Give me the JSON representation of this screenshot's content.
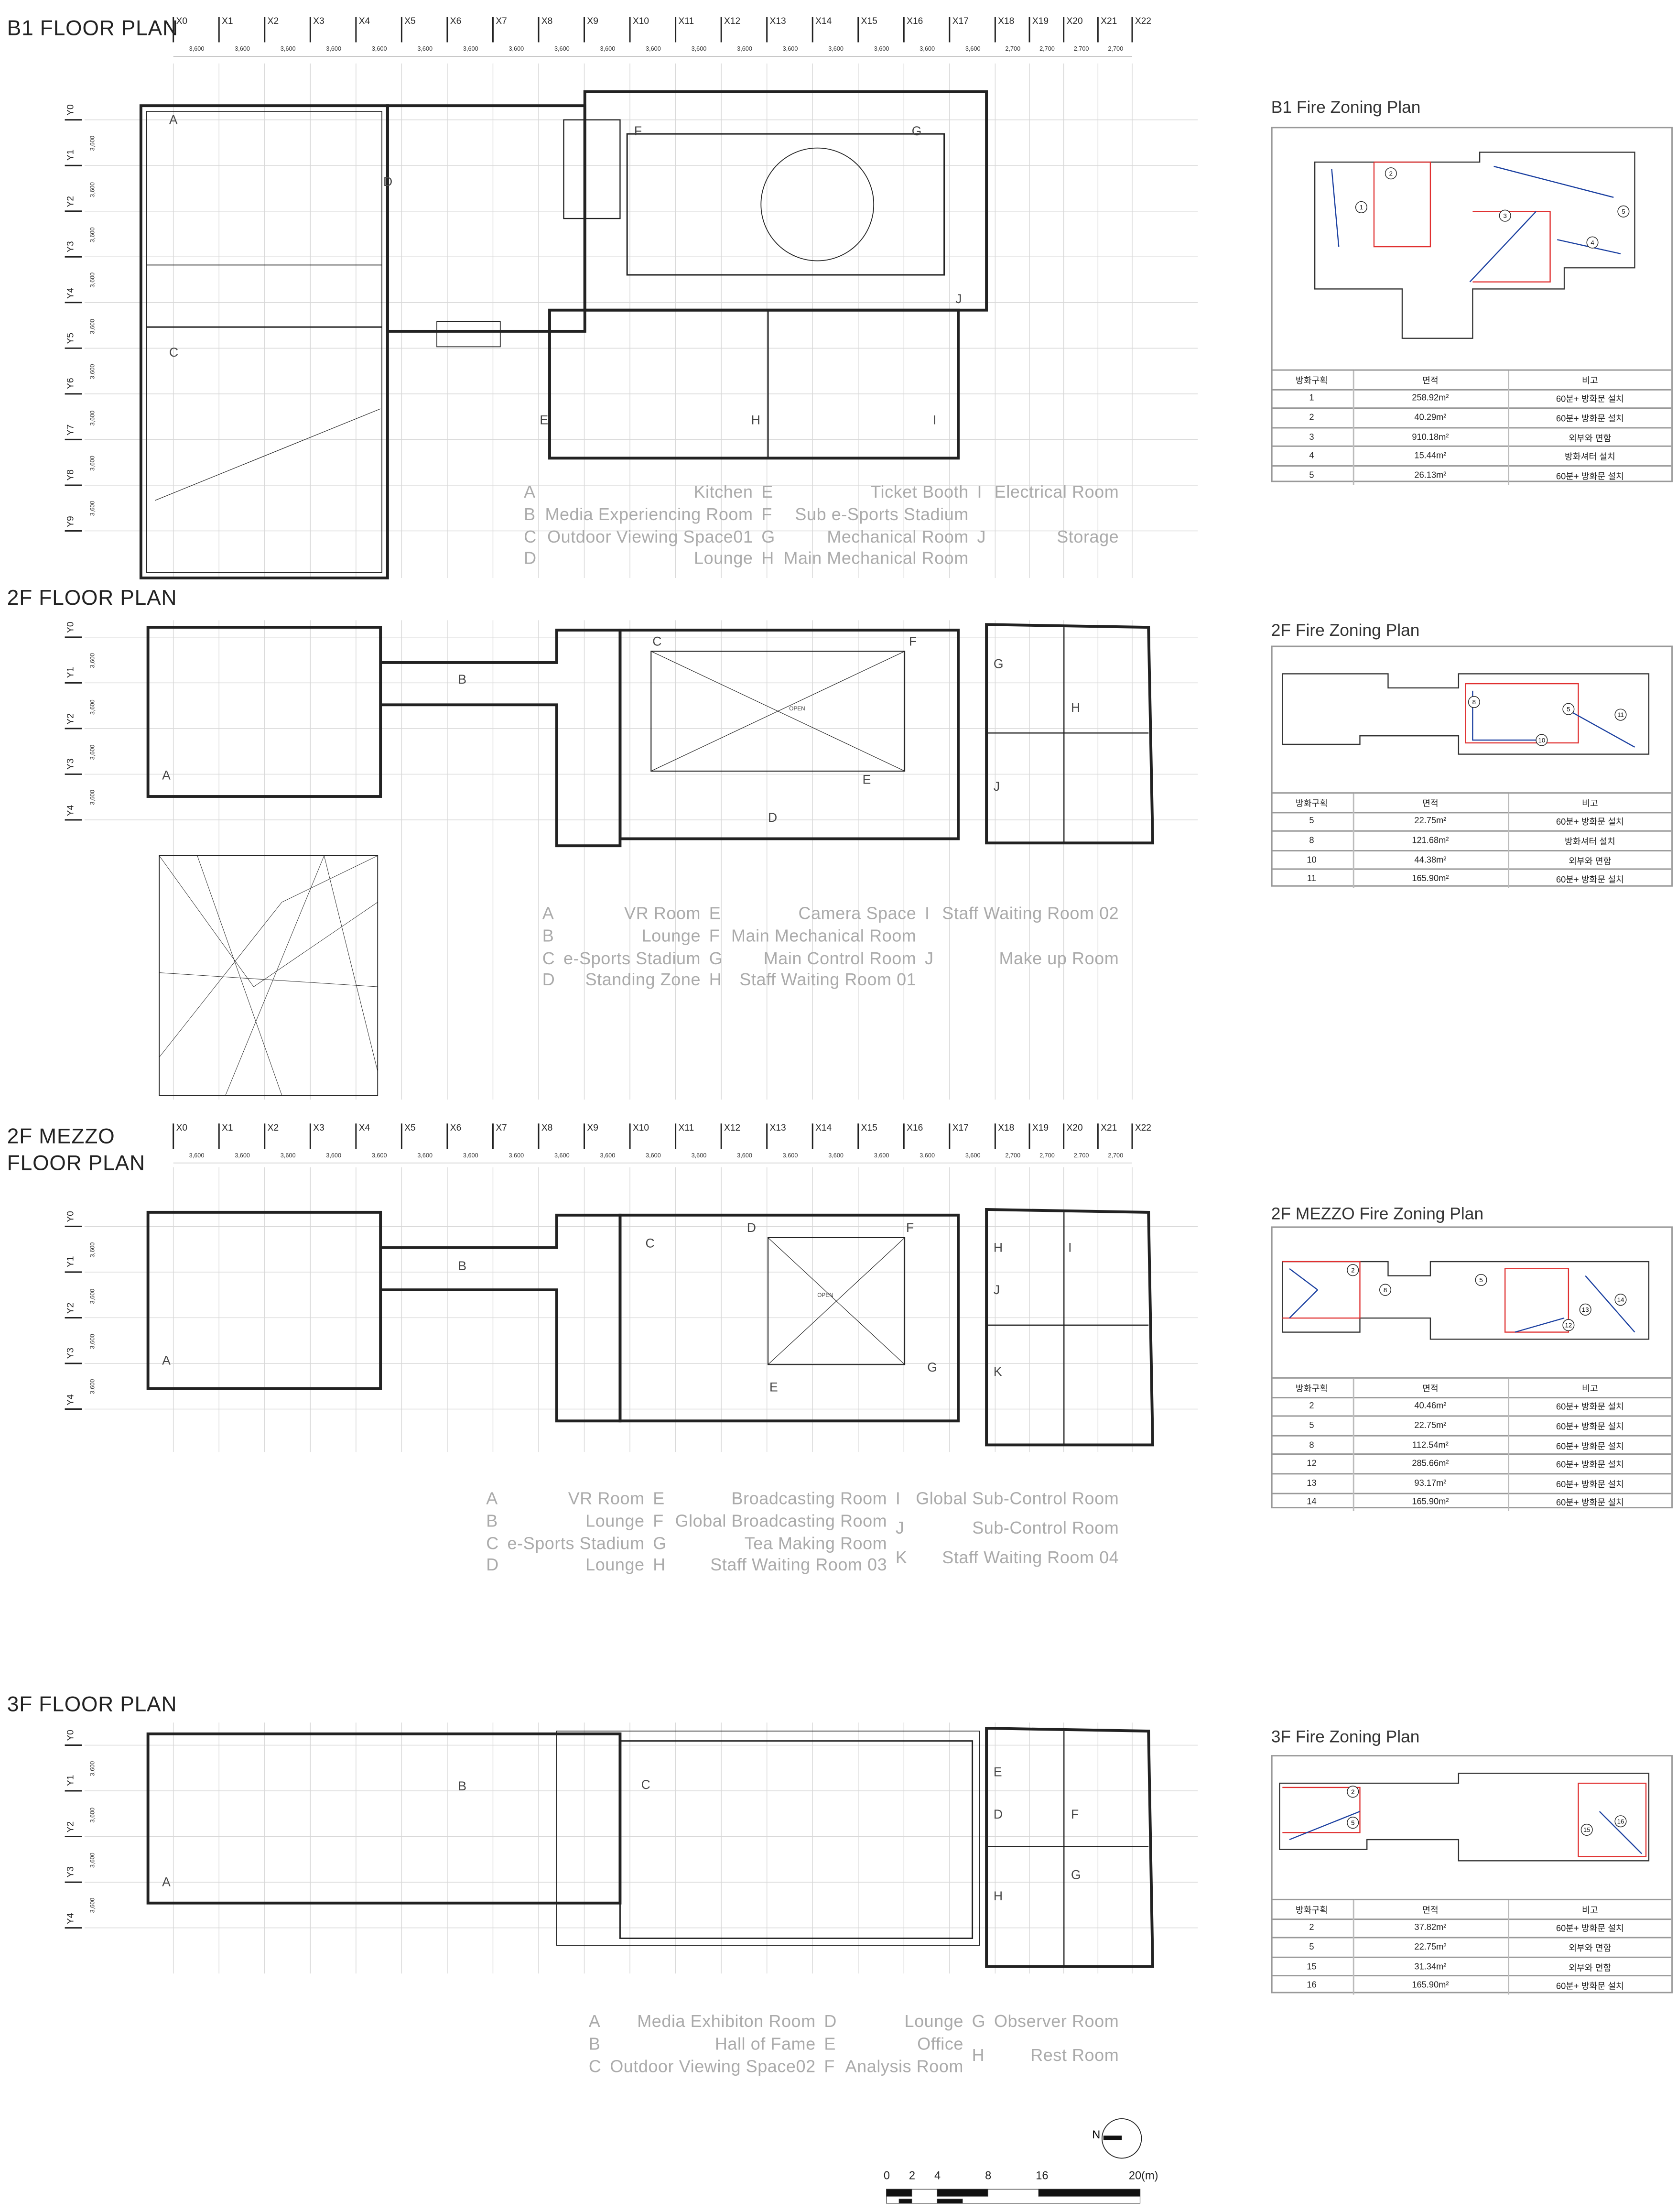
{
  "plans": [
    {
      "title": "B1  FLOOR PLAN",
      "x_axis": {
        "labels": [
          "X0",
          "X1",
          "X2",
          "X3",
          "X4",
          "X5",
          "X6",
          "X7",
          "X8",
          "X9",
          "X10",
          "X11",
          "X12",
          "X13",
          "X14",
          "X15",
          "X16",
          "X17",
          "X18",
          "X19",
          "X20",
          "X21",
          "X22"
        ],
        "dims": [
          "3,600",
          "3,600",
          "3,600",
          "3,600",
          "3,600",
          "3,600",
          "3,600",
          "3,600",
          "3,600",
          "3,600",
          "3,600",
          "3,600",
          "3,600",
          "3,600",
          "3,600",
          "3,600",
          "3,600",
          "3,600",
          "2,700",
          "2,700",
          "2,700",
          "2,700"
        ]
      },
      "y_axis": {
        "labels": [
          "Y0",
          "Y1",
          "Y2",
          "Y3",
          "Y4",
          "Y5",
          "Y6",
          "Y7",
          "Y8",
          "Y9"
        ],
        "dims": [
          "3,600",
          "3,600",
          "3,600",
          "3,600",
          "3,600",
          "3,600",
          "3,600",
          "3,600",
          "3,600"
        ]
      },
      "legend": [
        [
          {
            "key": "A",
            "label": "Kitchen"
          },
          {
            "key": "B",
            "label": "Media Experiencing Room"
          },
          {
            "key": "C",
            "label": "Outdoor Viewing Space01"
          },
          {
            "key": "D",
            "label": "Lounge"
          }
        ],
        [
          {
            "key": "E",
            "label": "Ticket Booth"
          },
          {
            "key": "F",
            "label": "Sub e-Sports Stadium"
          },
          {
            "key": "G",
            "label": "Mechanical Room"
          },
          {
            "key": "H",
            "label": "Main Mechanical Room"
          }
        ],
        [
          {
            "key": "I",
            "label": "Electrical Room"
          },
          {
            "key": "J",
            "label": "Storage"
          }
        ]
      ]
    },
    {
      "title": "2F FLOOR PLAN",
      "y_axis": {
        "labels": [
          "Y0",
          "Y1",
          "Y2",
          "Y3",
          "Y4"
        ],
        "dims": [
          "3,600",
          "3,600",
          "3,600",
          "3,600"
        ]
      },
      "legend": [
        [
          {
            "key": "A",
            "label": "VR Room"
          },
          {
            "key": "B",
            "label": "Lounge"
          },
          {
            "key": "C",
            "label": "e-Sports Stadium"
          },
          {
            "key": "D",
            "label": "Standing Zone"
          }
        ],
        [
          {
            "key": "E",
            "label": "Camera Space"
          },
          {
            "key": "F",
            "label": "Main Mechanical Room"
          },
          {
            "key": "G",
            "label": "Main Control Room"
          },
          {
            "key": "H",
            "label": "Staff Waiting Room 01"
          }
        ],
        [
          {
            "key": "I",
            "label": "Staff Waiting Room 02"
          },
          {
            "key": "J",
            "label": "Make up Room"
          }
        ]
      ],
      "notes": {
        "open": "OPEN"
      }
    },
    {
      "title": "2F  MEZZO\nFLOOR PLAN",
      "title_lines": [
        "2F  MEZZO",
        "FLOOR PLAN"
      ],
      "x_axis": {
        "labels": [
          "X0",
          "X1",
          "X2",
          "X3",
          "X4",
          "X5",
          "X6",
          "X7",
          "X8",
          "X9",
          "X10",
          "X11",
          "X12",
          "X13",
          "X14",
          "X15",
          "X16",
          "X17",
          "X18",
          "X19",
          "X20",
          "X21",
          "X22"
        ],
        "dims": [
          "3,600",
          "3,600",
          "3,600",
          "3,600",
          "3,600",
          "3,600",
          "3,600",
          "3,600",
          "3,600",
          "3,600",
          "3,600",
          "3,600",
          "3,600",
          "3,600",
          "3,600",
          "3,600",
          "3,600",
          "3,600",
          "2,700",
          "2,700",
          "2,700",
          "2,700"
        ]
      },
      "y_axis": {
        "labels": [
          "Y0",
          "Y1",
          "Y2",
          "Y3",
          "Y4"
        ],
        "dims": [
          "3,600",
          "3,600",
          "3,600",
          "3,600"
        ]
      },
      "legend": [
        [
          {
            "key": "A",
            "label": "VR Room"
          },
          {
            "key": "B",
            "label": "Lounge"
          },
          {
            "key": "C",
            "label": "e-Sports Stadium"
          },
          {
            "key": "D",
            "label": "Lounge"
          }
        ],
        [
          {
            "key": "E",
            "label": "Broadcasting Room"
          },
          {
            "key": "F",
            "label": "Global Broadcasting Room"
          },
          {
            "key": "G",
            "label": "Tea Making Room"
          },
          {
            "key": "H",
            "label": "Staff Waiting Room 03"
          }
        ],
        [
          {
            "key": "I",
            "label": "Global Sub-Control Room"
          },
          {
            "key": "J",
            "label": "Sub-Control Room"
          },
          {
            "key": "K",
            "label": "Staff Waiting Room 04"
          }
        ]
      ],
      "notes": {
        "open": "OPEN"
      }
    },
    {
      "title": "3F FLOOR PLAN",
      "y_axis": {
        "labels": [
          "Y0",
          "Y1",
          "Y2",
          "Y3",
          "Y4"
        ],
        "dims": [
          "3,600",
          "3,600",
          "3,600",
          "3,600"
        ]
      },
      "legend": [
        [
          {
            "key": "A",
            "label": "Media Exhibiton Room"
          },
          {
            "key": "B",
            "label": "Hall of Fame"
          },
          {
            "key": "C",
            "label": "Outdoor Viewing Space02"
          }
        ],
        [
          {
            "key": "D",
            "label": "Lounge"
          },
          {
            "key": "E",
            "label": "Office"
          },
          {
            "key": "F",
            "label": "Analysis Room"
          }
        ],
        [
          {
            "key": "G",
            "label": "Observer Room"
          },
          {
            "key": "H",
            "label": "Rest Room"
          }
        ]
      ]
    }
  ],
  "fire_zoning": [
    {
      "title": "B1 Fire Zoning Plan",
      "headers": [
        "방화구획",
        "면적",
        "비고"
      ],
      "rows": [
        [
          "1",
          "258.92m²",
          "60분+ 방화문 설치"
        ],
        [
          "2",
          "40.29m²",
          "60분+ 방화문 설치"
        ],
        [
          "3",
          "910.18m²",
          "외부와 면함"
        ],
        [
          "4",
          "15.44m²",
          "방화셔터 설치"
        ],
        [
          "5",
          "26.13m²",
          "60분+ 방화문 설치"
        ]
      ]
    },
    {
      "title": "2F Fire Zoning Plan",
      "headers": [
        "방화구획",
        "면적",
        "비고"
      ],
      "rows": [
        [
          "5",
          "22.75m²",
          "60분+ 방화문 설치"
        ],
        [
          "8",
          "121.68m²",
          "방화셔터 설치"
        ],
        [
          "10",
          "44.38m²",
          "외부와 면함"
        ],
        [
          "11",
          "165.90m²",
          "60분+ 방화문 설치"
        ]
      ]
    },
    {
      "title": "2F MEZZO Fire Zoning Plan",
      "headers": [
        "방화구획",
        "면적",
        "비고"
      ],
      "rows": [
        [
          "2",
          "40.46m²",
          "60분+ 방화문 설치"
        ],
        [
          "5",
          "22.75m²",
          "60분+ 방화문 설치"
        ],
        [
          "8",
          "112.54m²",
          "60분+ 방화문 설치"
        ],
        [
          "12",
          "285.66m²",
          "60분+ 방화문 설치"
        ],
        [
          "13",
          "93.17m²",
          "60분+ 방화문 설치"
        ],
        [
          "14",
          "165.90m²",
          "60분+ 방화문 설치"
        ]
      ]
    },
    {
      "title": "3F Fire Zoning Plan",
      "headers": [
        "방화구획",
        "면적",
        "비고"
      ],
      "rows": [
        [
          "2",
          "37.82m²",
          "60분+ 방화문 설치"
        ],
        [
          "5",
          "22.75m²",
          "외부와 면함"
        ],
        [
          "15",
          "31.34m²",
          "외부와 면함"
        ],
        [
          "16",
          "165.90m²",
          "60분+ 방화문 설치"
        ]
      ]
    }
  ],
  "scale_bar": {
    "ticks": [
      "0",
      "2",
      "4",
      "8",
      "16",
      "20(m)"
    ]
  },
  "north_arrow": {
    "label": "N"
  },
  "colors": {
    "wall": "#222222",
    "grid": "#d8d8d8",
    "legend_text": "#aaaaaa",
    "fire_line": "#e03030",
    "evac_route": "#1a3fa0"
  }
}
